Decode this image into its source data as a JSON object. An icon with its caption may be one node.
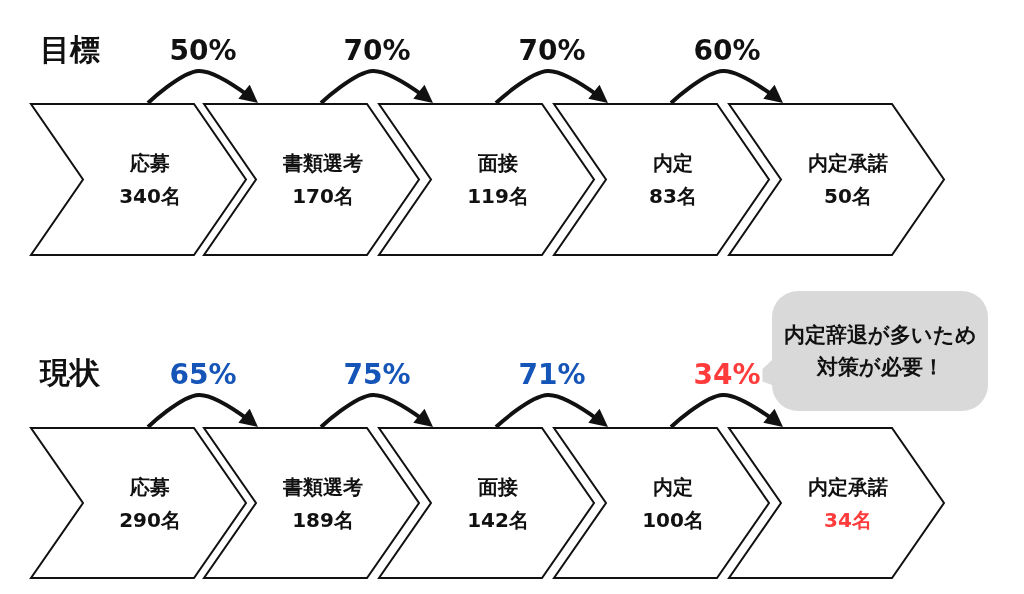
{
  "diagram": {
    "nodes": [
      {
        "text": [
          "応募",
          "340名"
        ]
      },
      {
        "text": [
          "書類選考",
          "170名"
        ]
      },
      {
        "text": [
          "面接",
          "119名"
        ]
      },
      {
        "text": [
          "内定",
          "83名"
        ]
      },
      {
        "text": [
          "内定承諾",
          "50名"
        ]
      },
      {
        "text": [
          "内定辞退が多いため対策が必要！"
        ]
      },
      {
        "text": [
          "応募",
          "290名"
        ]
      },
      {
        "text": [
          "書類選考",
          "189名"
        ]
      },
      {
        "text": [
          "面接",
          "142名"
        ]
      },
      {
        "text": [
          "内定",
          "100名"
        ]
      },
      {
        "text": [
          "内定承諾",
          "34名"
        ]
      }
    ],
    "edges": [
      {
        "from": 0,
        "to": 1,
        "arrow": "to",
        "label": "50%"
      },
      {
        "from": 1,
        "to": 2,
        "arrow": "to",
        "label": "70%"
      },
      {
        "from": 2,
        "to": 3,
        "arrow": "to",
        "label": "70%"
      },
      {
        "from": 3,
        "to": 4,
        "arrow": "to",
        "label": "60%"
      },
      {
        "from": 6,
        "to": 7,
        "arrow": "to",
        "label": "65%"
      },
      {
        "from": 7,
        "to": 8,
        "arrow": "to",
        "label": "75%"
      },
      {
        "from": 8,
        "to": 9,
        "arrow": "to",
        "label": "71%"
      },
      {
        "from": 9,
        "to": 10,
        "arrow": "to",
        "label": "34%"
      }
    ],
    "labels": [
      "目標",
      "現状"
    ]
  }
}
